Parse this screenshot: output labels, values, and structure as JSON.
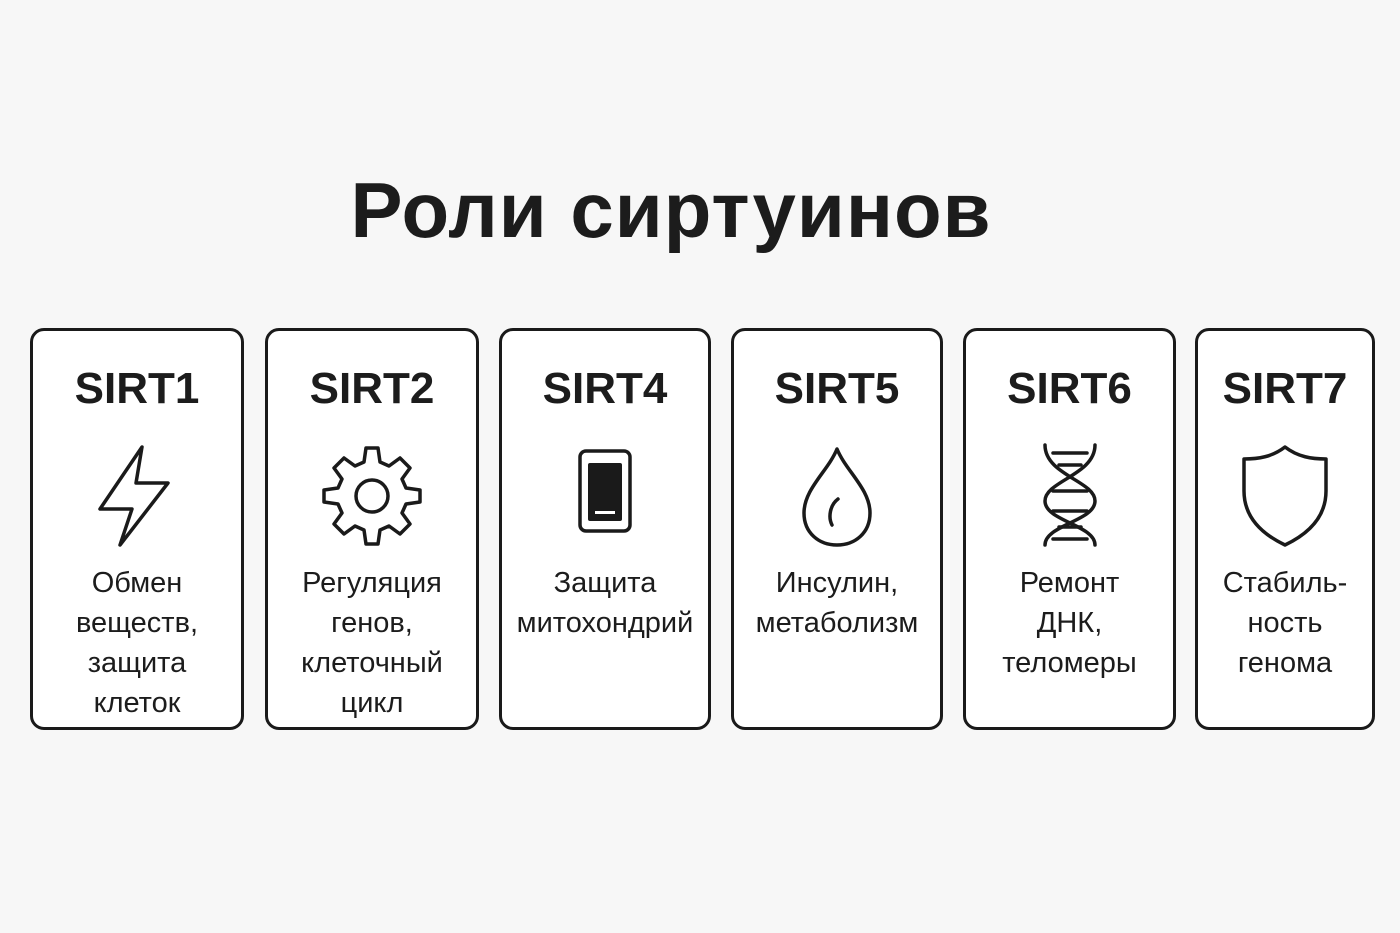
{
  "title": "Роли сиртуинов",
  "cards": [
    {
      "name": "SIRT1",
      "icon": "lightning-icon",
      "description": "Обмен\nвеществ,\nзащита\nклеток"
    },
    {
      "name": "SIRT2",
      "icon": "gear-icon",
      "description": "Регуляция\nгенов,\nклеточный\nцикл"
    },
    {
      "name": "SIRT4",
      "icon": "battery-icon",
      "description": "Защита\nмитохондрий"
    },
    {
      "name": "SIRT5",
      "icon": "drop-icon",
      "description": "Инсулин,\nметаболизм"
    },
    {
      "name": "SIRT6",
      "icon": "dna-icon",
      "description": "Ремонт\nДНК,\nтеломеры"
    },
    {
      "name": "SIRT7",
      "icon": "shield-icon",
      "description": "Стабиль-\nность\nгенома"
    }
  ]
}
